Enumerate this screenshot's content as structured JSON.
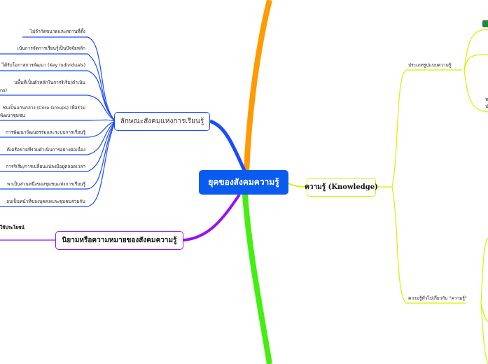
{
  "root": {
    "label": "ยุคของสังคมความรู้"
  },
  "branches": {
    "learning_society": {
      "label": "ลักษณะสังคมแห่งการเรียนรู้",
      "items": [
        "ไม่จำกัดขนาดและสถานที่ตั้ง",
        "เน้นการจัดการเรียนรู้เป็นปัจจัยหลัก",
        "ได้รับโอกาสการพัฒนา (Key Individuals)",
        "นพื้นที่เป็นตัวหลักในการริเริ่ม/ดำเนิน",
        "ns)",
        "ชนเป็นแกนกลาง (Core Groups) เพื่อรวม",
        "พัฒนาชุมชน",
        "การพัฒนาวัฒนธรรมและระบบการเรียนรู้",
        "คีเครือข่ายที่ร่วมดำเนินการอย่างต่อเนื่อง",
        "การริเริ่ม/การเปลี่ยนแปลงมีอยู่ตลอดเวลา",
        "พาเป็นส่วนหนึ่งของชุมชนแห่งการเรียนรู้",
        "อบเป็นหน้าที่ของบุคคลและชุมชนร่วมกัน"
      ]
    },
    "definition": {
      "label": "นิยามหรือความหมายของสังคมความรู้",
      "items": [
        "ใช้ประโยชน์"
      ]
    },
    "knowledge": {
      "label": "ความรู้ (Knowledge)",
      "items": [
        "ประเภทรูปแบบความรู้",
        "ความรู้ทั่วไปเกี่ยวกับ \"ความรู้\""
      ],
      "fragments": [
        "ห",
        "ป"
      ]
    }
  },
  "colors": {
    "root": "#0a5cf0",
    "blue": "#1a4cff",
    "purple": "#9b10f0",
    "yellow": "#d8f000",
    "orange": "#ff9a00",
    "green": "#44ee10"
  }
}
